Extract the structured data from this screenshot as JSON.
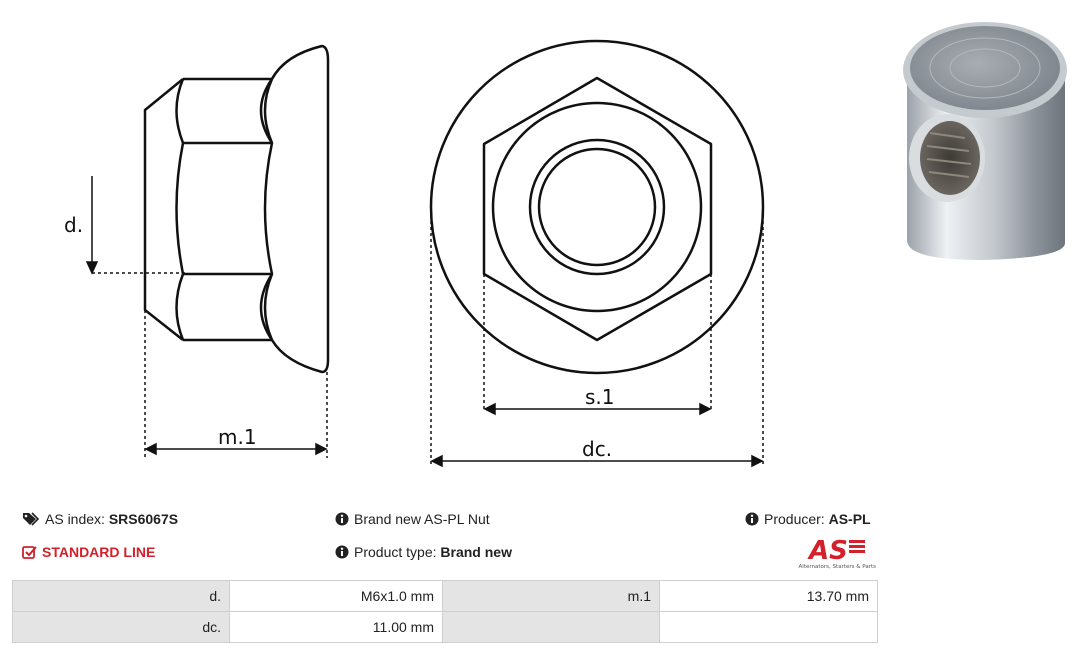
{
  "drawing": {
    "dimensions": {
      "d": "d.",
      "m1": "m.1",
      "s1": "s.1",
      "dc": "dc."
    }
  },
  "info": {
    "as_index_label": "AS index:",
    "as_index_value": "SRS6067S",
    "standard_line": "STANDARD LINE",
    "description": "Brand new AS-PL Nut",
    "product_type_label": "Product type:",
    "product_type_value": "Brand new",
    "producer_label": "Producer:",
    "producer_value": "AS-PL"
  },
  "logo": {
    "mark": "AS",
    "tagline": "Alternators, Starters & Parts"
  },
  "specs": [
    {
      "label1": "d.",
      "value1": "M6x1.0 mm",
      "label2": "m.1",
      "value2": "13.70 mm"
    },
    {
      "label1": "dc.",
      "value1": "11.00 mm",
      "label2": "",
      "value2": ""
    }
  ],
  "colors": {
    "accent": "#d4202a",
    "table_label_bg": "#e4e4e4",
    "border": "#cfcfcf"
  },
  "icons": {
    "tag": "tags-icon",
    "info": "info-circle-icon",
    "check": "check-square-icon"
  }
}
